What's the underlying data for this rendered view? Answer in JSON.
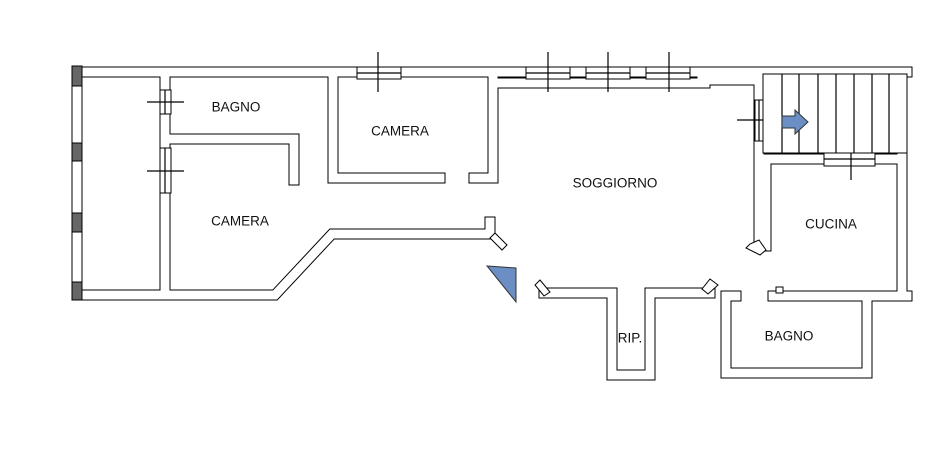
{
  "plan": {
    "rooms": {
      "bagno_1": "BAGNO",
      "camera_top": "CAMERA",
      "camera_left": "CAMERA",
      "soggiorno": "SOGGIORNO",
      "cucina": "CUCINA",
      "ripostiglio": "RIP.",
      "bagno_2": "BAGNO"
    },
    "icons": {
      "north": "north-indicator-triangle",
      "stairs": "stairs-direction-arrow"
    },
    "colors": {
      "wall": "#000000",
      "pillar": "#666666",
      "marker": "#6b8fc4"
    }
  }
}
